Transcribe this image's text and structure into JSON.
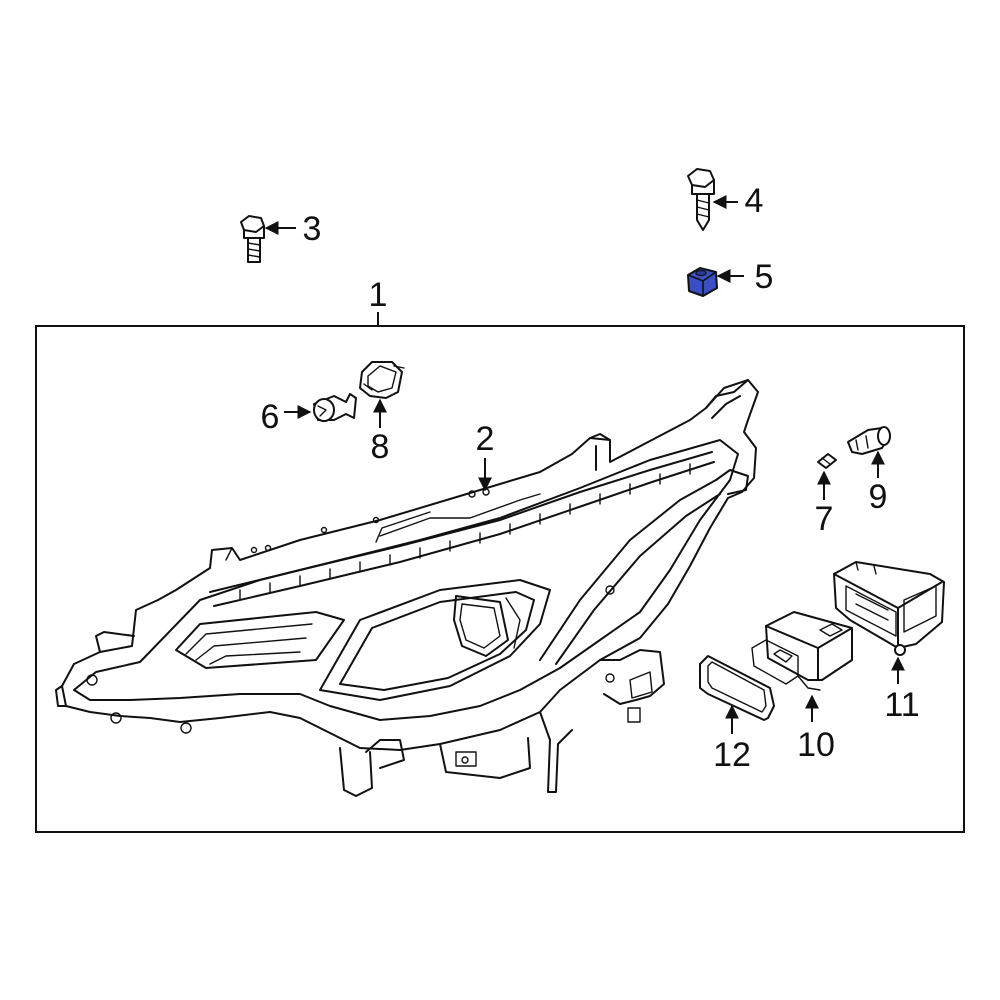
{
  "diagram": {
    "highlight_color": "#3b4fc4",
    "callouts": [
      {
        "id": "c1",
        "label": "1"
      },
      {
        "id": "c2",
        "label": "2"
      },
      {
        "id": "c3",
        "label": "3"
      },
      {
        "id": "c4",
        "label": "4"
      },
      {
        "id": "c5",
        "label": "5"
      },
      {
        "id": "c6",
        "label": "6"
      },
      {
        "id": "c7",
        "label": "7"
      },
      {
        "id": "c8",
        "label": "8"
      },
      {
        "id": "c9",
        "label": "9"
      },
      {
        "id": "c10",
        "label": "10"
      },
      {
        "id": "c11",
        "label": "11"
      },
      {
        "id": "c12",
        "label": "12"
      }
    ]
  }
}
